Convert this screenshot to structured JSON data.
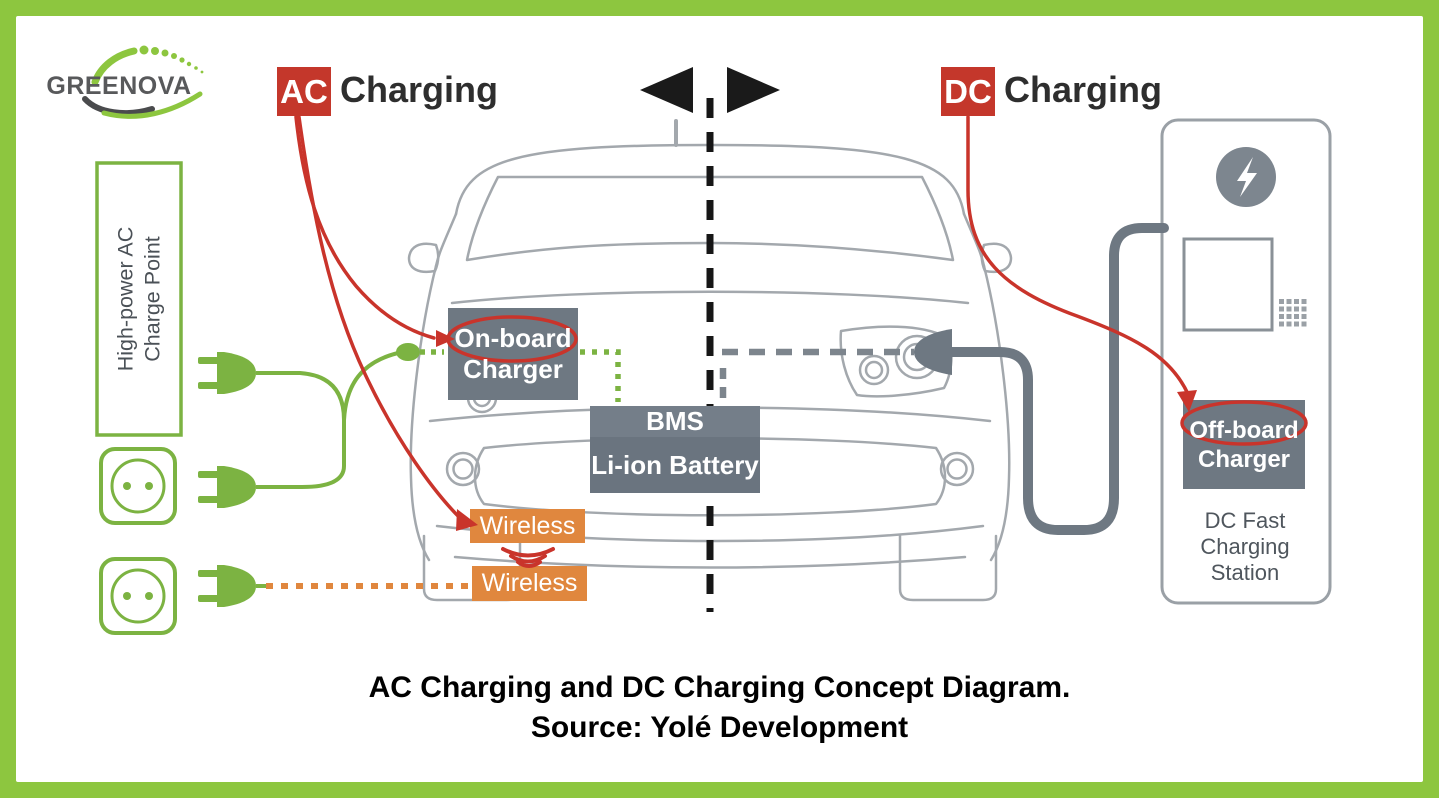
{
  "logo": {
    "name": "GREENOVA"
  },
  "ac": {
    "tag": "AC",
    "label": "Charging"
  },
  "dc": {
    "tag": "DC",
    "label": "Charging"
  },
  "charge_point": {
    "line1": "High-power AC",
    "line2": "Charge Point"
  },
  "onboard": {
    "line1": "On-board",
    "line2": "Charger"
  },
  "bms": {
    "label": "BMS"
  },
  "battery": {
    "label": "Li-ion Battery"
  },
  "wireless": {
    "top": "Wireless",
    "bottom": "Wireless"
  },
  "offboard": {
    "line1": "Off-board",
    "line2": "Charger"
  },
  "station": {
    "line1": "DC Fast",
    "line2": "Charging",
    "line3": "Station"
  },
  "caption": {
    "line1": "AC Charging and DC Charging Concept Diagram.",
    "line2": "Source: Yolé Development"
  },
  "icons": [
    "lightning-icon",
    "plug-icon",
    "outlet-icon",
    "wifi-waves-icon",
    "left-arrow-icon",
    "right-arrow-icon",
    "car-front-outline"
  ],
  "colors": {
    "border_green": "#8DC63F",
    "line_green": "#7CB342",
    "red": "#C9342B",
    "tag_red": "#C4372B",
    "box_gray": "#6E7882",
    "bms_gray": "#747E89",
    "battery_gray": "#6A747F",
    "orange": "#E0873E",
    "car_gray": "#A3A8AD",
    "cable_gray": "#6E7882",
    "dash_gray": "#7D858D",
    "black": "#1A1A1A"
  }
}
